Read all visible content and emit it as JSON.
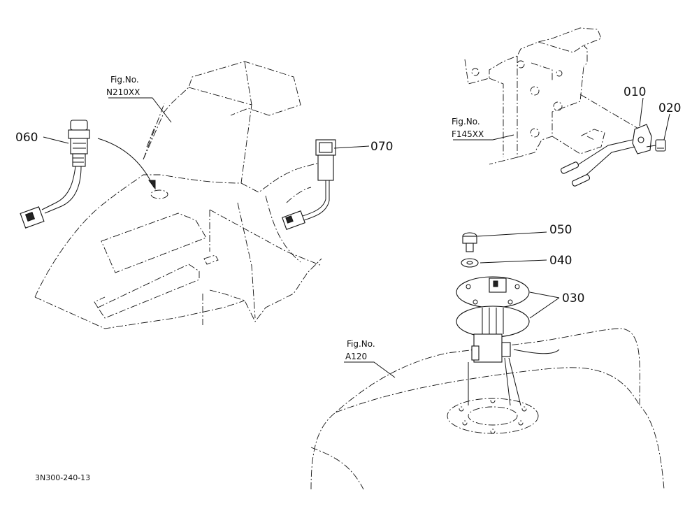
{
  "figure_refs": {
    "dashboard": {
      "line1": "Fig.No.",
      "line2": "N210XX"
    },
    "bracket": {
      "line1": "Fig.No.",
      "line2": "F145XX"
    },
    "tank": {
      "line1": "Fig.No.",
      "line2": "A120"
    }
  },
  "callouts": {
    "p010": "010",
    "p020": "020",
    "p030": "030",
    "p040": "040",
    "p050": "050",
    "p060": "060",
    "p070": "070"
  },
  "drawing_code": "3N300-240-13"
}
